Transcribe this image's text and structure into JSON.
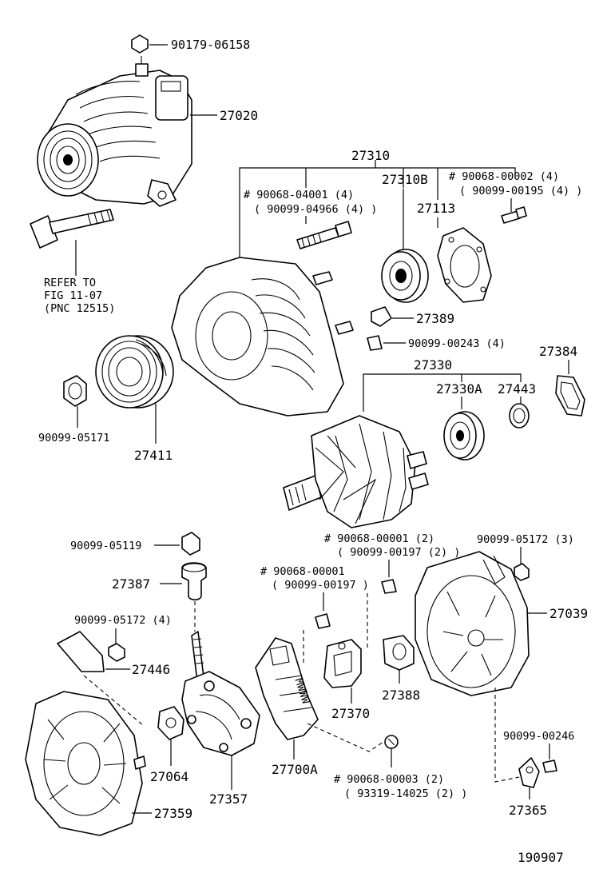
{
  "labels": {
    "nut_90179_06158": "90179-06158",
    "alternator_27020": "27020",
    "assembly_27310": "27310",
    "sub_27310B": "27310B",
    "sub_27113": "27113",
    "hash_top_right_a": "# 90068-00002 (4)",
    "hash_top_right_b": "( 90099-00195 (4) )",
    "hash_top_mid_a": "# 90068-04001 (4)",
    "hash_top_mid_b": "( 90099-04966 (4) )",
    "refer_line1": "REFER TO",
    "refer_line2": "FIG 11-07",
    "refer_line3": "(PNC 12515)",
    "part_27389": "27389",
    "screw_90099_00243": "90099-00243 (4)",
    "part_27384": "27384",
    "rotor_27330": "27330",
    "bearing_27330A": "27330A",
    "part_27443": "27443",
    "nut_90099_05171": "90099-05171",
    "pulley_27411": "27411",
    "nut_90099_05119": "90099-05119",
    "hash_mid_a": "# 90068-00001 (2)",
    "hash_mid_b": "( 90099-00197 (2) )",
    "nut_90099_05172_3": "90099-05172 (3)",
    "hash_left_a": "# 90068-00001",
    "hash_left_b": "( 90099-00197 )",
    "part_27387": "27387",
    "frame_27039": "27039",
    "nut_90099_05172_4": "90099-05172 (4)",
    "plate_27446": "27446",
    "holder_27370": "27370",
    "part_27388": "27388",
    "screw_90099_00246": "90099-00246",
    "part_27064": "27064",
    "regulator_27700A": "27700A",
    "hash_bottom_a": "# 90068-00003 (2)",
    "hash_bottom_b": "( 93319-14025 (2) )",
    "rectifier_27357": "27357",
    "part_27365": "27365",
    "cover_27359": "27359",
    "diagram_code": "190907"
  }
}
